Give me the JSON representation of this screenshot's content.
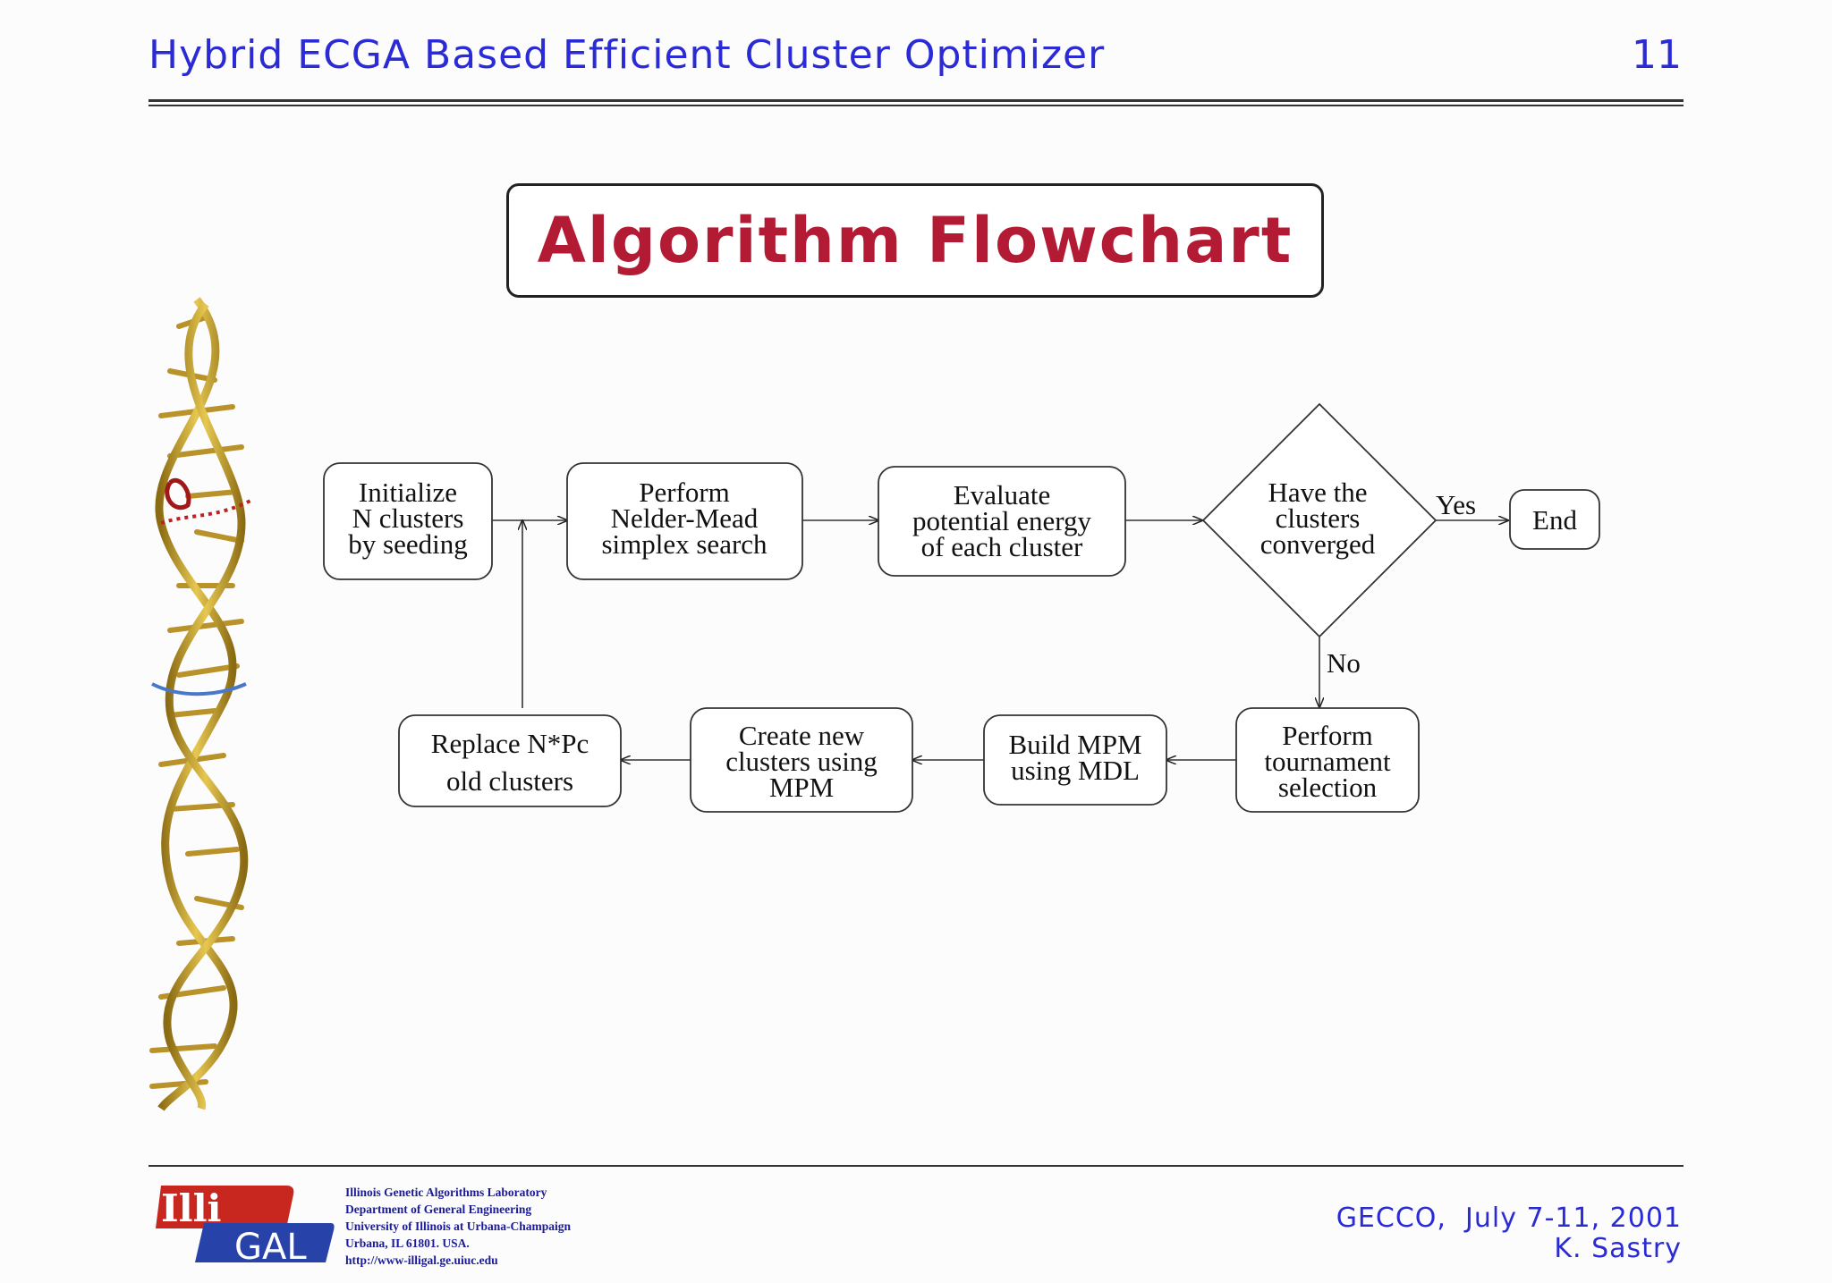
{
  "header": {
    "title": "Hybrid ECGA Based Efficient Cluster Optimizer",
    "page_number": "11"
  },
  "slide_title": "Algorithm Flowchart",
  "flowchart": {
    "nodes": {
      "initialize": [
        "Initialize",
        "N clusters",
        "by seeding"
      ],
      "nelder_mead": [
        "Perform",
        "Nelder-Mead",
        "simplex search"
      ],
      "evaluate": [
        "Evaluate",
        "potential energy",
        "of each cluster"
      ],
      "converged": [
        "Have the",
        "clusters",
        "converged"
      ],
      "end": [
        "End"
      ],
      "tournament": [
        "Perform",
        "tournament",
        "selection"
      ],
      "build_mpm": [
        "Build MPM",
        "using MDL"
      ],
      "create_new": [
        "Create new",
        "clusters using",
        "MPM"
      ],
      "replace": [
        "Replace N*Pc",
        "old clusters"
      ]
    },
    "edge_labels": {
      "yes": "Yes",
      "no": "No"
    }
  },
  "footer": {
    "logo_text": {
      "top": "Illi",
      "bottom": "GAL"
    },
    "lab_lines": [
      "Illinois Genetic Algorithms Laboratory",
      "Department of General Engineering",
      "University of Illinois at Urbana-Champaign",
      "Urbana, IL 61801. USA.",
      "http://www-illigal.ge.uiuc.edu"
    ],
    "conference": "GECCO,  July 7-11, 2001",
    "author": "K. Sastry"
  },
  "colors": {
    "header_blue": "#2b2bd6",
    "title_red": "#b31b35",
    "logo_red": "#c8271f",
    "logo_blue": "#2742a8",
    "dna_gold": "#c9a227"
  }
}
